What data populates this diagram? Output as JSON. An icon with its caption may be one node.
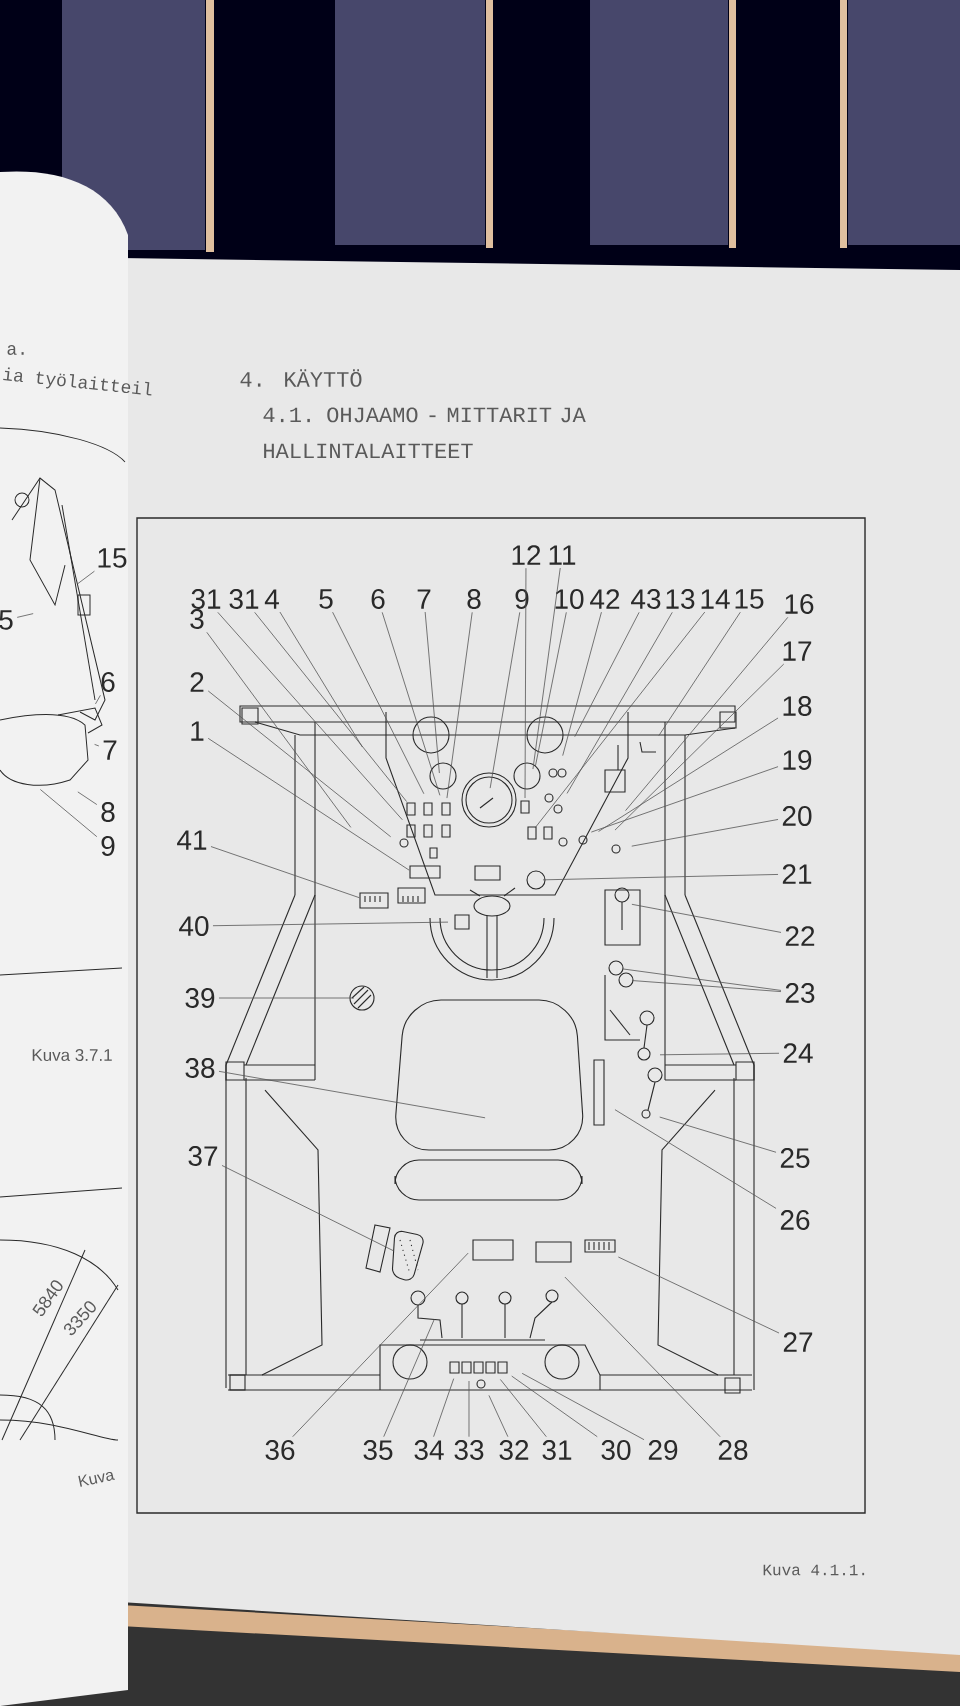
{
  "diagram": {
    "title": "4.1. OHJAAMO - MITTARIT JA HALLINTALAITTEET",
    "caption": "Kuva 4.1.1.",
    "nodes": [
      {
        "text": [
          "15"
        ]
      },
      {
        "text": [
          "5"
        ]
      },
      {
        "text": [
          "6"
        ]
      },
      {
        "text": [
          "7"
        ]
      },
      {
        "text": [
          "8"
        ]
      },
      {
        "text": [
          "9"
        ]
      },
      {
        "text": [
          "12"
        ]
      },
      {
        "text": [
          "11"
        ]
      },
      {
        "text": [
          "31"
        ]
      },
      {
        "text": [
          "31"
        ]
      },
      {
        "text": [
          "4"
        ]
      },
      {
        "text": [
          "5"
        ]
      },
      {
        "text": [
          "6"
        ]
      },
      {
        "text": [
          "7"
        ]
      },
      {
        "text": [
          "8"
        ]
      },
      {
        "text": [
          "9"
        ]
      },
      {
        "text": [
          "10"
        ]
      },
      {
        "text": [
          "42"
        ]
      },
      {
        "text": [
          "43"
        ]
      },
      {
        "text": [
          "13"
        ]
      },
      {
        "text": [
          "14"
        ]
      },
      {
        "text": [
          "15"
        ]
      },
      {
        "text": [
          "16"
        ]
      },
      {
        "text": [
          "3"
        ]
      },
      {
        "text": [
          "2"
        ]
      },
      {
        "text": [
          "1"
        ]
      },
      {
        "text": [
          "41"
        ]
      },
      {
        "text": [
          "40"
        ]
      },
      {
        "text": [
          "39"
        ]
      },
      {
        "text": [
          "38"
        ]
      },
      {
        "text": [
          "37"
        ]
      },
      {
        "text": [
          "17"
        ]
      },
      {
        "text": [
          "18"
        ]
      },
      {
        "text": [
          "19"
        ]
      },
      {
        "text": [
          "20"
        ]
      },
      {
        "text": [
          "21"
        ]
      },
      {
        "text": [
          "22"
        ]
      },
      {
        "text": [
          "23"
        ]
      },
      {
        "text": [
          "24"
        ]
      },
      {
        "text": [
          "25"
        ]
      },
      {
        "text": [
          "26"
        ]
      },
      {
        "text": [
          "27"
        ]
      },
      {
        "text": [
          "36"
        ]
      },
      {
        "text": [
          "35"
        ]
      },
      {
        "text": [
          "34"
        ]
      },
      {
        "text": [
          "33"
        ]
      },
      {
        "text": [
          "32"
        ]
      },
      {
        "text": [
          "31"
        ]
      },
      {
        "text": [
          "30"
        ]
      },
      {
        "text": [
          "29"
        ]
      },
      {
        "text": [
          "28"
        ]
      }
    ],
    "edges": [
      {
        "from": 0,
        "to": null,
        "arrow": "none"
      },
      {
        "from": 1,
        "to": null,
        "arrow": "none"
      },
      {
        "from": 2,
        "to": null,
        "arrow": "none"
      },
      {
        "from": 3,
        "to": null,
        "arrow": "none"
      },
      {
        "from": 4,
        "to": null,
        "arrow": "none"
      },
      {
        "from": 5,
        "to": null,
        "arrow": "none"
      },
      {
        "from": 6,
        "to": null,
        "arrow": "none"
      },
      {
        "from": 7,
        "to": null,
        "arrow": "none"
      },
      {
        "from": 8,
        "to": null,
        "arrow": "none"
      },
      {
        "from": 9,
        "to": null,
        "arrow": "none"
      },
      {
        "from": 10,
        "to": null,
        "arrow": "none"
      },
      {
        "from": 11,
        "to": null,
        "arrow": "none"
      },
      {
        "from": 12,
        "to": null,
        "arrow": "none"
      },
      {
        "from": 13,
        "to": null,
        "arrow": "none"
      },
      {
        "from": 14,
        "to": null,
        "arrow": "none"
      },
      {
        "from": 15,
        "to": null,
        "arrow": "none"
      },
      {
        "from": 16,
        "to": null,
        "arrow": "none"
      },
      {
        "from": 17,
        "to": null,
        "arrow": "none"
      },
      {
        "from": 18,
        "to": null,
        "arrow": "none"
      },
      {
        "from": 19,
        "to": null,
        "arrow": "none"
      },
      {
        "from": 20,
        "to": null,
        "arrow": "none"
      },
      {
        "from": 21,
        "to": null,
        "arrow": "none"
      },
      {
        "from": 22,
        "to": null,
        "arrow": "none"
      },
      {
        "from": 23,
        "to": null,
        "arrow": "none"
      },
      {
        "from": 24,
        "to": null,
        "arrow": "none"
      },
      {
        "from": 25,
        "to": null,
        "arrow": "none"
      },
      {
        "from": 26,
        "to": null,
        "arrow": "none"
      },
      {
        "from": 27,
        "to": null,
        "arrow": "none"
      },
      {
        "from": 28,
        "to": null,
        "arrow": "none"
      },
      {
        "from": 29,
        "to": null,
        "arrow": "none"
      },
      {
        "from": 30,
        "to": null,
        "arrow": "none"
      },
      {
        "from": 31,
        "to": null,
        "arrow": "none"
      },
      {
        "from": 32,
        "to": null,
        "arrow": "none"
      },
      {
        "from": 33,
        "to": null,
        "arrow": "none"
      },
      {
        "from": 34,
        "to": null,
        "arrow": "none"
      },
      {
        "from": 35,
        "to": null,
        "arrow": "none"
      },
      {
        "from": 36,
        "to": null,
        "arrow": "none"
      },
      {
        "from": 37,
        "to": null,
        "arrow": "none"
      },
      {
        "from": 37,
        "to": null,
        "arrow": "none"
      },
      {
        "from": 38,
        "to": null,
        "arrow": "none"
      },
      {
        "from": 39,
        "to": null,
        "arrow": "none"
      },
      {
        "from": 40,
        "to": null,
        "arrow": "none"
      },
      {
        "from": 41,
        "to": null,
        "arrow": "none"
      },
      {
        "from": 42,
        "to": null,
        "arrow": "none"
      },
      {
        "from": 43,
        "to": null,
        "arrow": "none"
      },
      {
        "from": 44,
        "to": null,
        "arrow": "none"
      },
      {
        "from": 45,
        "to": null,
        "arrow": "none"
      },
      {
        "from": 46,
        "to": null,
        "arrow": "none"
      },
      {
        "from": 47,
        "to": null,
        "arrow": "none"
      },
      {
        "from": 48,
        "to": null,
        "arrow": "none"
      },
      {
        "from": 49,
        "to": null,
        "arrow": "none"
      },
      {
        "from": 50,
        "to": null,
        "arrow": "none"
      }
    ],
    "labels": [
      "a.",
      "ia työlaitteil",
      "4. KÄYTTÖ",
      "Kuva 3.7.1",
      "5840",
      "3350",
      "Kuva"
    ]
  }
}
